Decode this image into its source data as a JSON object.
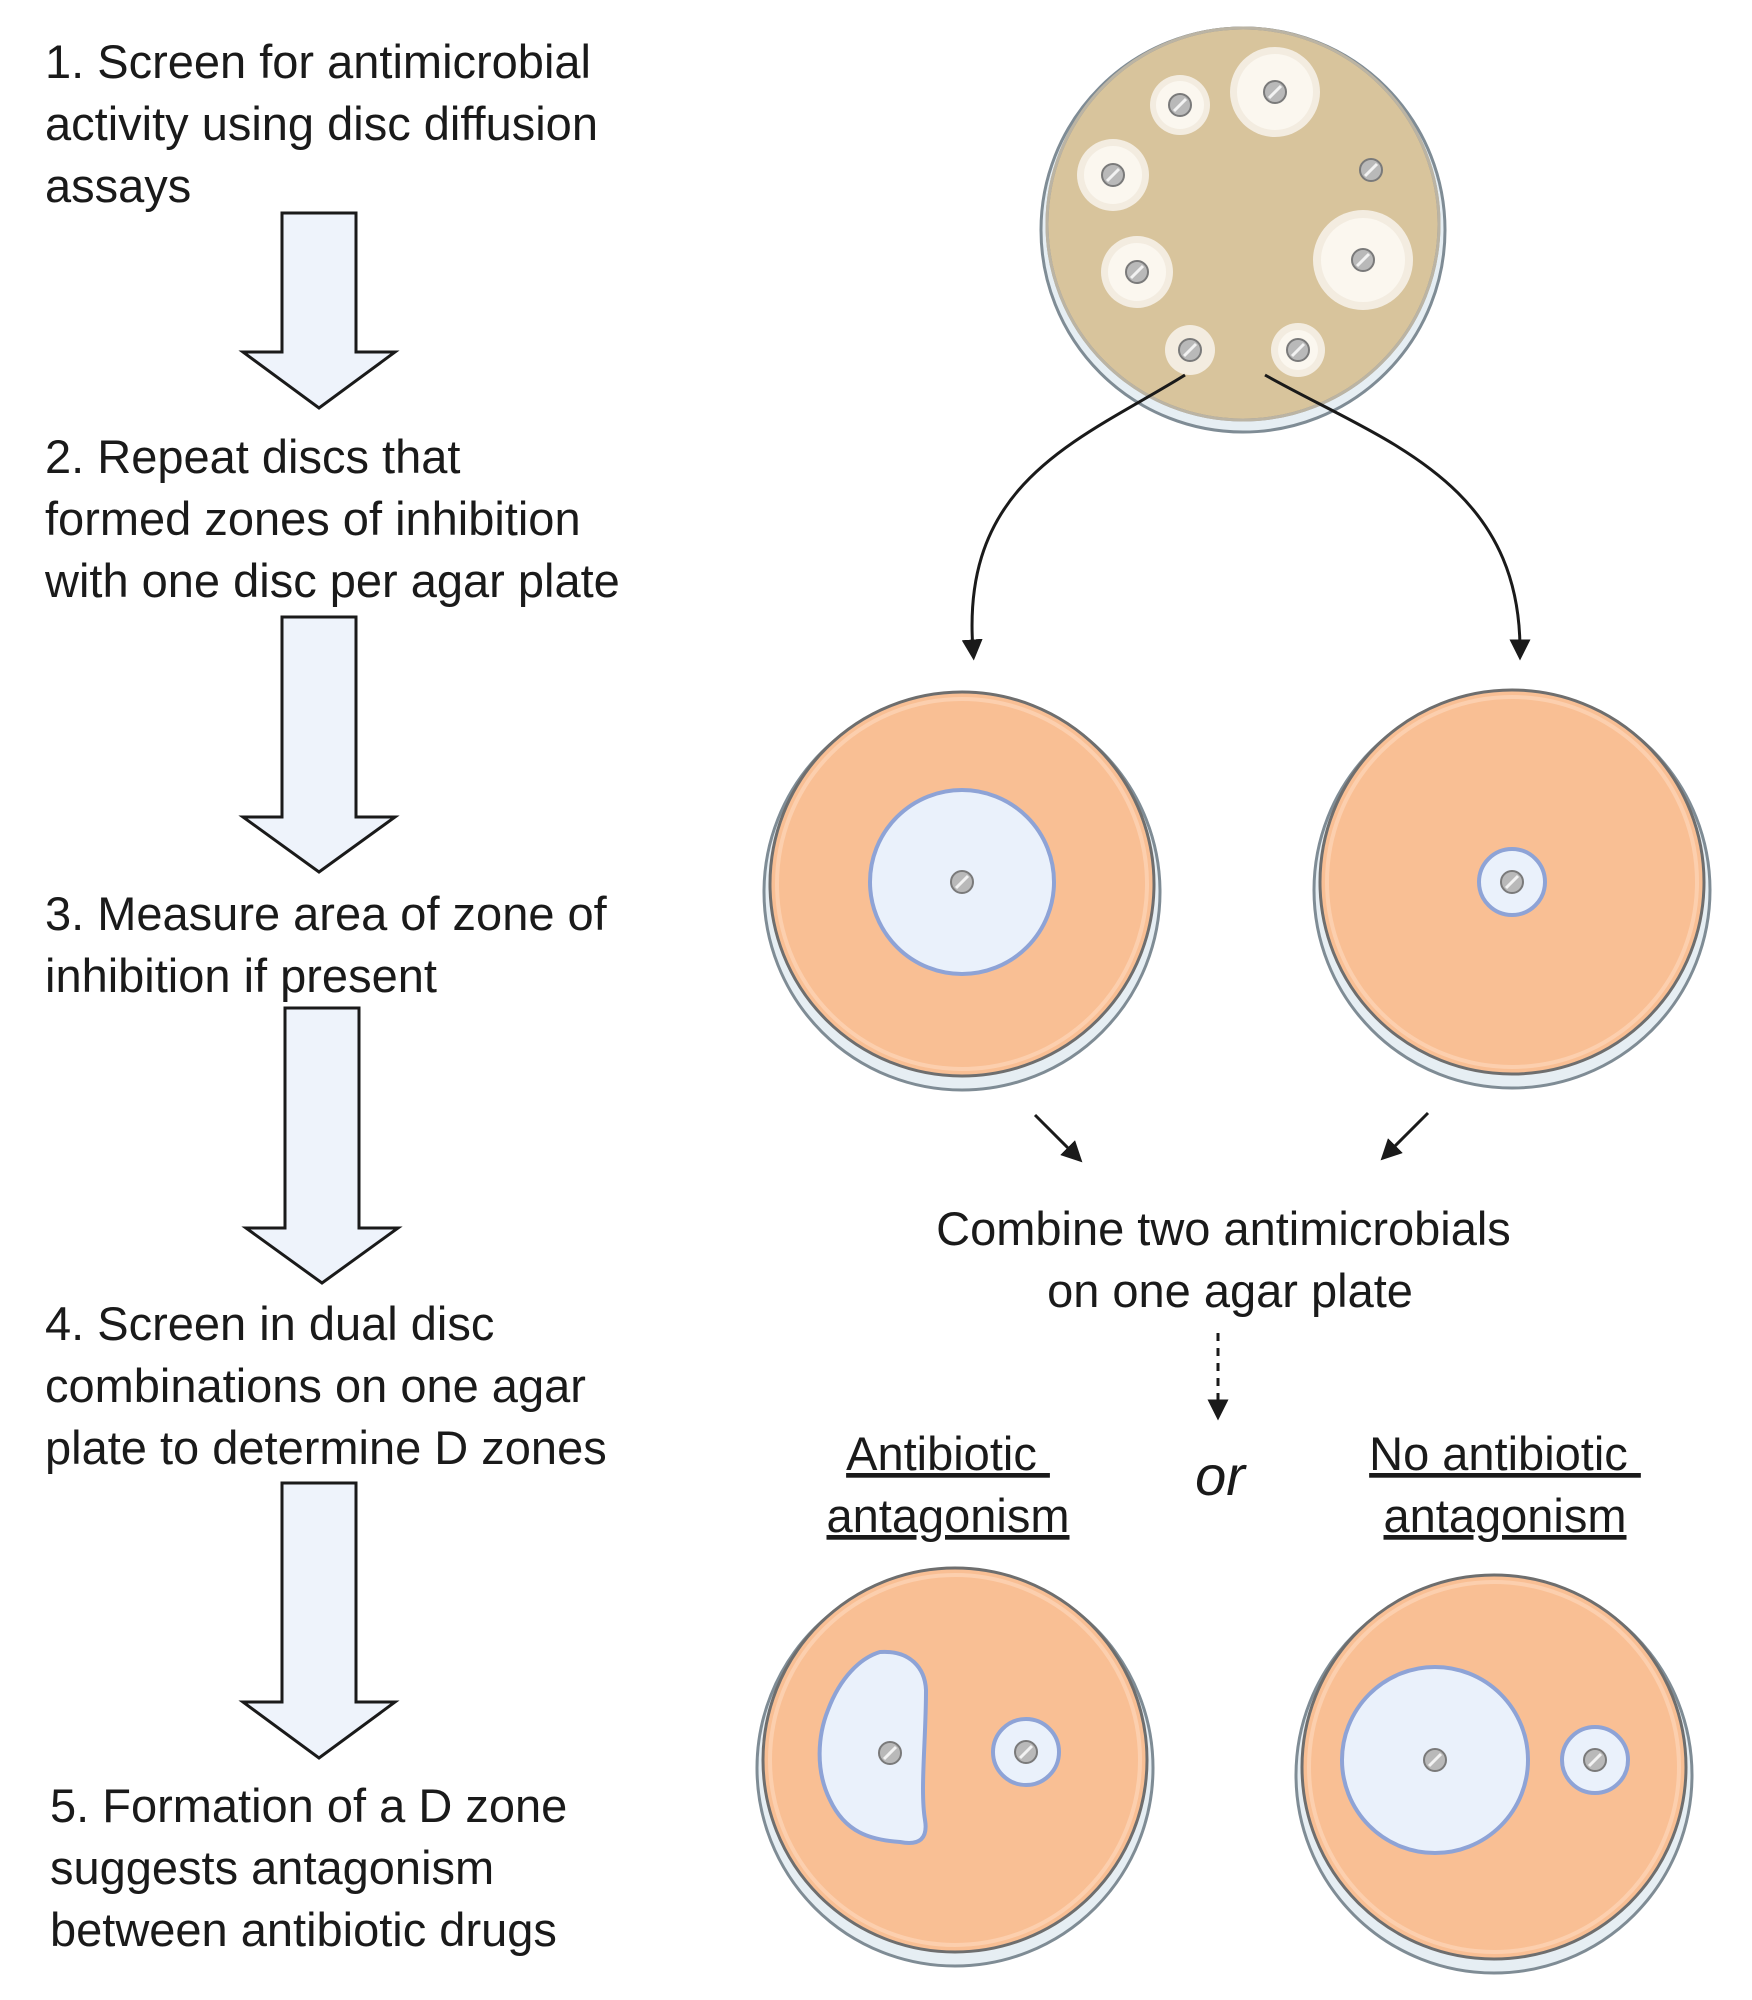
{
  "steps": [
    {
      "lines": [
        "1. Screen for antimicrobial",
        "activity using disc diffusion",
        "assays"
      ]
    },
    {
      "lines": [
        "2. Repeat discs that",
        "formed zones of inhibition",
        "with one disc per agar plate"
      ]
    },
    {
      "lines": [
        "3. Measure area of zone of",
        "inhibition if present"
      ]
    },
    {
      "lines": [
        "4. Screen in dual disc",
        "combinations on one agar",
        "plate to determine D zones"
      ]
    },
    {
      "lines": [
        "5. Formation of a D zone",
        "suggests antagonism",
        "between antibiotic drugs"
      ]
    }
  ],
  "combine_label": {
    "lines": [
      "Combine two antimicrobials",
      "on one agar plate"
    ]
  },
  "outcomes": {
    "left": {
      "lines": [
        "Antibiotic ",
        "antagonism"
      ]
    },
    "or": "or",
    "right": {
      "lines": [
        "No antibiotic ",
        "antagonism"
      ]
    }
  },
  "colors": {
    "text": "#1a1a1a",
    "arrow_fill": "#eef3fb",
    "arrow_stroke": "#1a1a1a",
    "agar_tan": "#d8c49c",
    "agar_orange": "#f9bf94",
    "zone_fill": "#eaf1fb",
    "zone_stroke": "#8ea3d6",
    "dish_rim": "#cfe0ea",
    "disc_gray": "#b9b9b9"
  }
}
